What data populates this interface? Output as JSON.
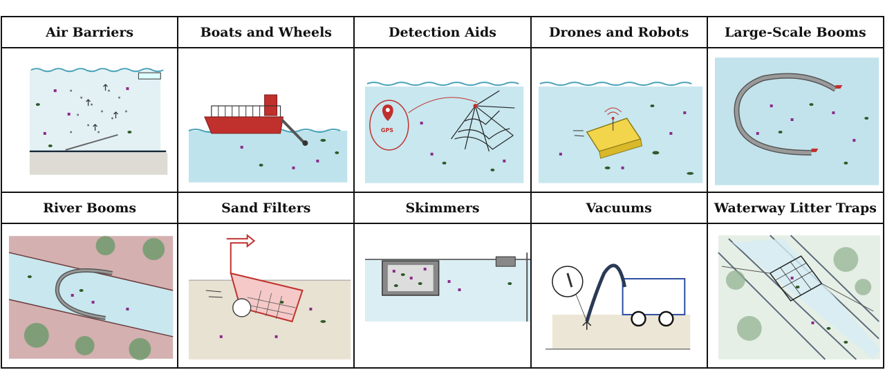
{
  "panels": [
    {
      "title": "Air Barriers",
      "icon": "air-barrier-illustration"
    },
    {
      "title": "Boats and Wheels",
      "icon": "boat-wheel-illustration"
    },
    {
      "title": "Detection Aids",
      "icon": "detection-gps-illustration"
    },
    {
      "title": "Drones and Robots",
      "icon": "drone-robot-illustration"
    },
    {
      "title": "Large-Scale Booms",
      "icon": "large-boom-illustration"
    },
    {
      "title": "River Booms",
      "icon": "river-boom-illustration"
    },
    {
      "title": "Sand Filters",
      "icon": "sand-filter-cart-illustration"
    },
    {
      "title": "Skimmers",
      "icon": "skimmer-illustration"
    },
    {
      "title": "Vacuums",
      "icon": "vacuum-illustration"
    },
    {
      "title": "Waterway Litter Traps",
      "icon": "litter-trap-illustration"
    }
  ],
  "labels": {
    "gps": "GPS"
  },
  "colors": {
    "water": "#bfe3ec",
    "red": "#c0302c",
    "yellow": "#f2d54a",
    "litter_purple": "#8a2a8a",
    "litter_green": "#2f5a2a"
  }
}
